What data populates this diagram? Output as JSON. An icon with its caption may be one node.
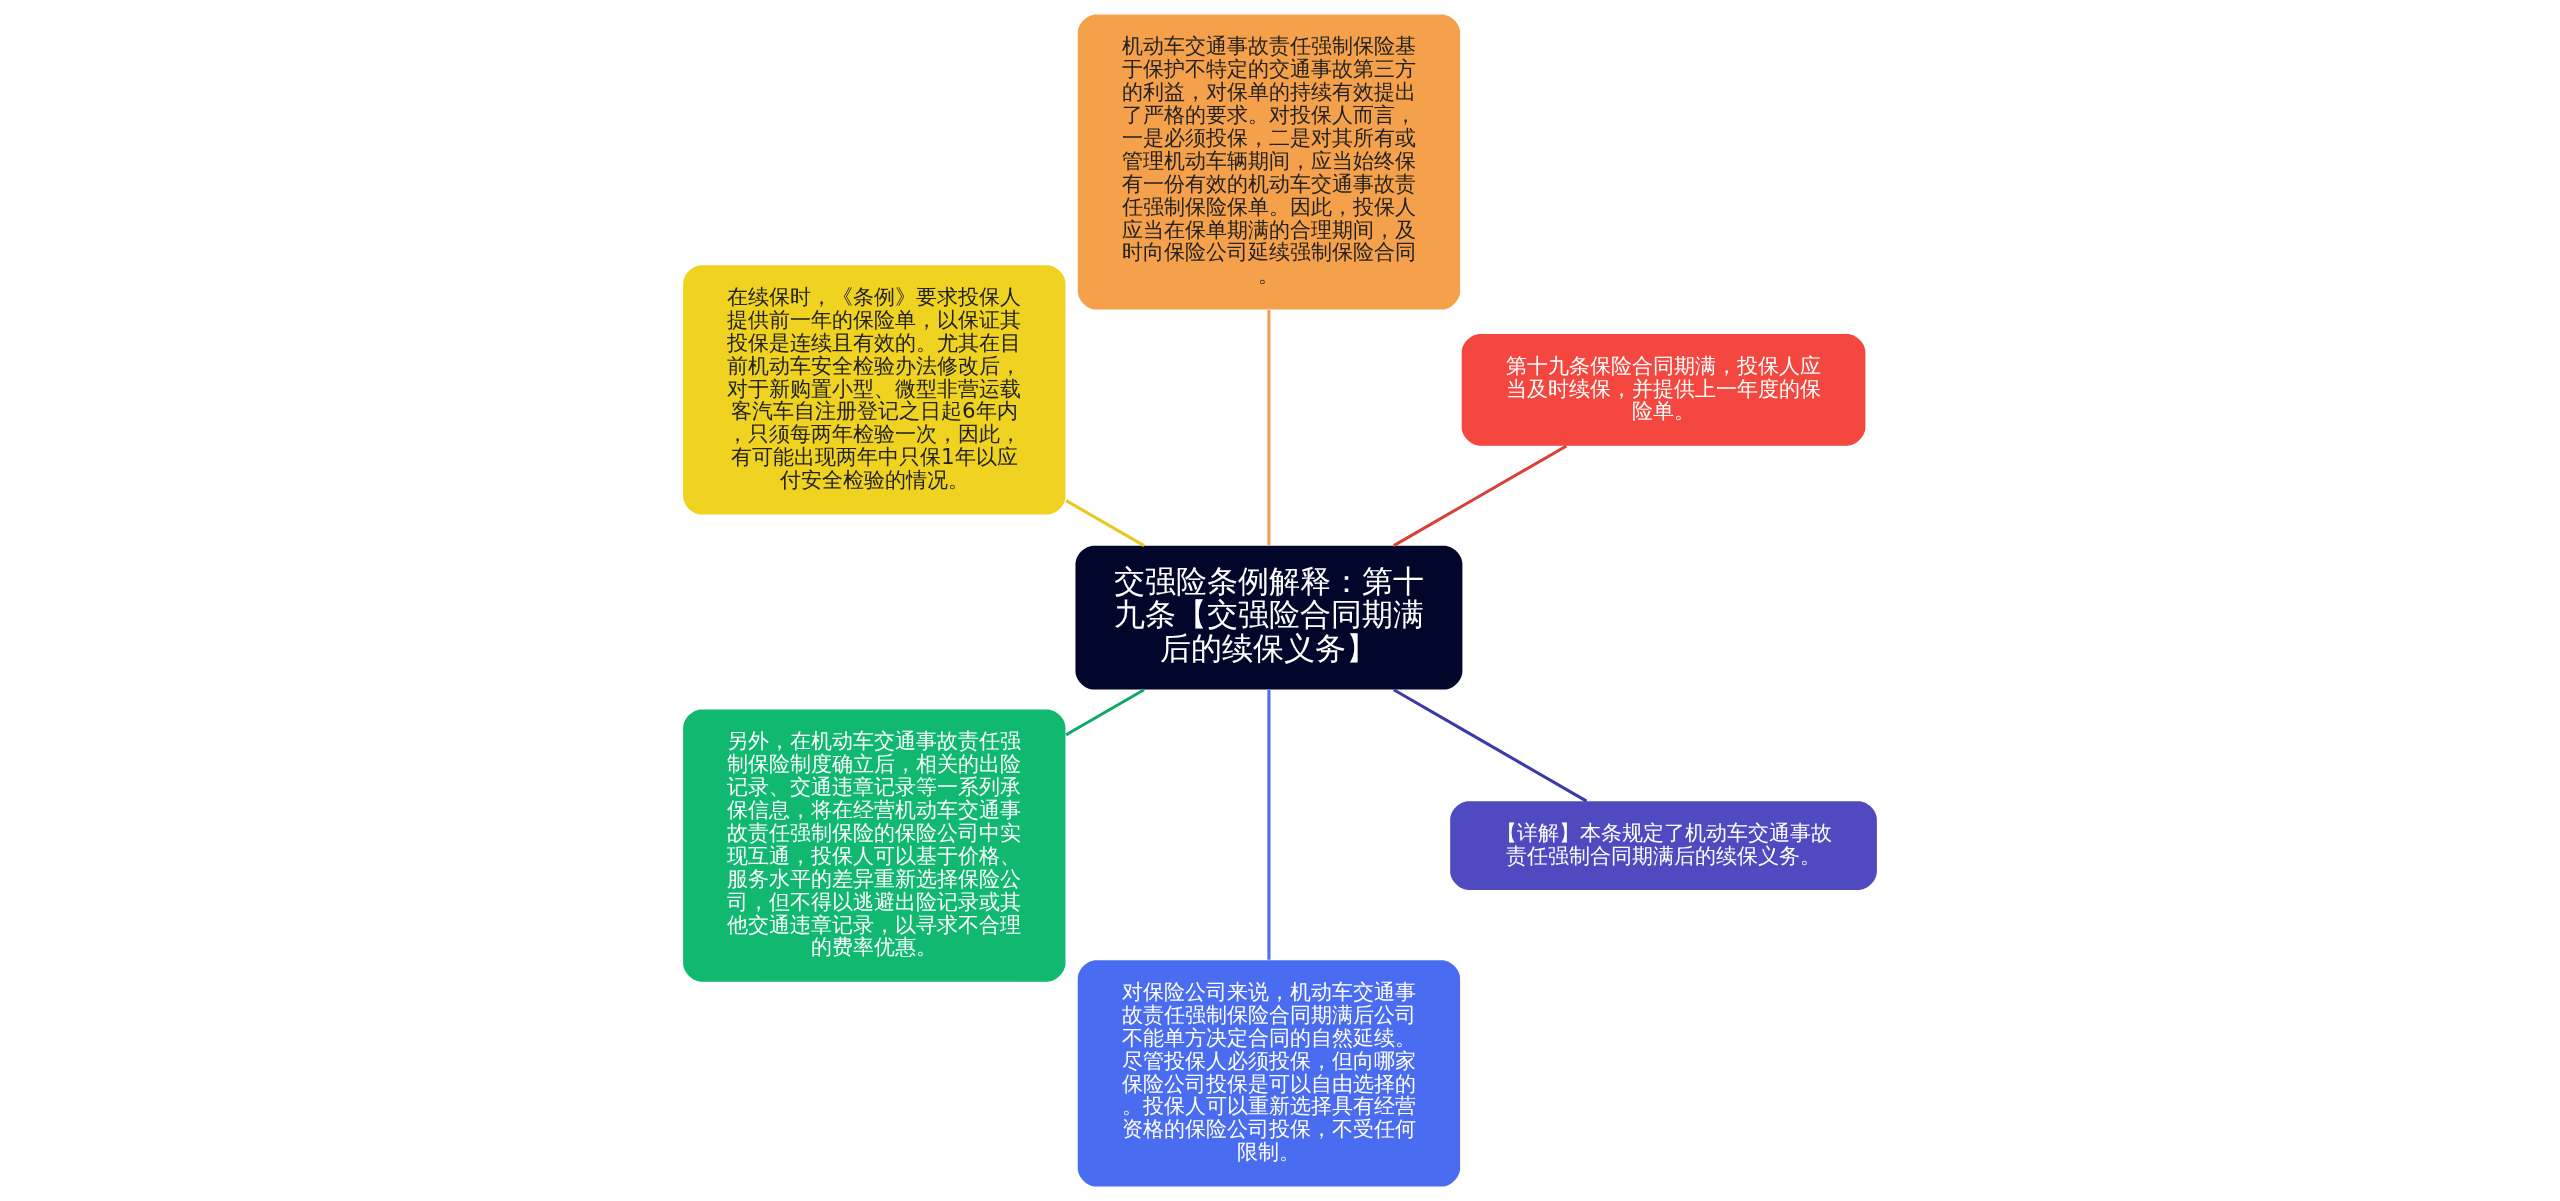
{
  "diagram": {
    "nodes": [
      {
        "text": [
          "交强险条例解释：第十九条【交强险合同期满后的续保义务】"
        ]
      },
      {
        "text": [
          "第十九条保险合同期满，投保人应当及时续保，并提供上一年度的保险单。"
        ]
      },
      {
        "text": [
          "机动车交通事故责任强制保险基于保护不特定的交通事故第三方的利益，对保单的持续有效提出了严格的要求。对投保人而言，一是必须投保，二是对其所有或管理机动车辆期间，应当始终保有一份有效的机动车交通事故责任强制保险保单。因此，投保人应当在保单期满的合理期间，及时向保险公司延续强制保险合同。"
        ]
      },
      {
        "text": [
          "在续保时，《条例》要求投保人提供前一年的保险单，以保证其投保是连续且有效的。尤其在目前机动车安全检验办法修改后，对于新购置小型、微型非营运载客汽车自注册登记之日起6年内，只须每两年检验一次，因此，有可能出现两年中只保1年以应付安全检验的情况。"
        ]
      },
      {
        "text": [
          "另外，在机动车交通事故责任强制保险制度确立后，相关的出险记录、交通违章记录等一系列承保信息，将在经营机动车交通事故责任强制保险的保险公司中实现互通，投保人可以基于价格、服务水平的差异重新选择保险公司，但不得以逃避出险记录或其他交通违章记录，以寻求不合理的费率优惠。"
        ]
      },
      {
        "text": [
          "对保险公司来说，机动车交通事故责任强制保险合同期满后公司不能单方决定合同的自然延续。尽管投保人必须投保，但向哪家保险公司投保是可以自由选择的。投保人可以重新选择具有经营资格的保险公司投保，不受任何限制。"
        ]
      },
      {
        "text": [
          "【详解】本条规定了机动车交通事故责任强制合同期满后的续保义务。"
        ]
      }
    ],
    "edges": [
      {
        "from": 0,
        "to": 1,
        "arrow": "none",
        "color": "#d9403a"
      },
      {
        "from": 0,
        "to": 2,
        "arrow": "none",
        "color": "#f0a050"
      },
      {
        "from": 0,
        "to": 3,
        "arrow": "none",
        "color": "#e8c820"
      },
      {
        "from": 0,
        "to": 4,
        "arrow": "none",
        "color": "#10a868"
      },
      {
        "from": 0,
        "to": 5,
        "arrow": "none",
        "color": "#4a6cf0"
      },
      {
        "from": 0,
        "to": 6,
        "arrow": "none",
        "color": "#3c3aa8"
      }
    ]
  }
}
